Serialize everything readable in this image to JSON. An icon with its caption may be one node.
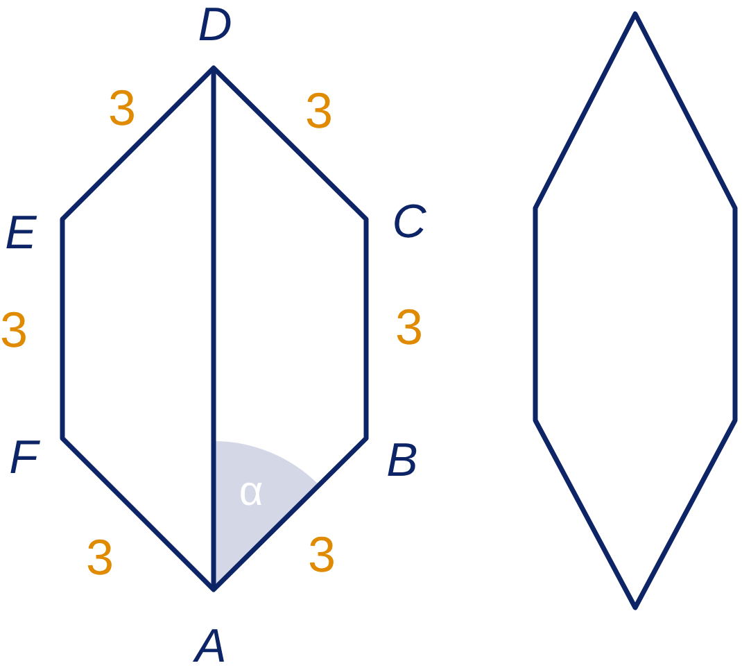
{
  "diagram": {
    "labels": [
      "D",
      "3",
      "3",
      "E",
      "C",
      "3",
      "3",
      "F",
      "B",
      "α",
      "3",
      "3",
      "A"
    ]
  }
}
